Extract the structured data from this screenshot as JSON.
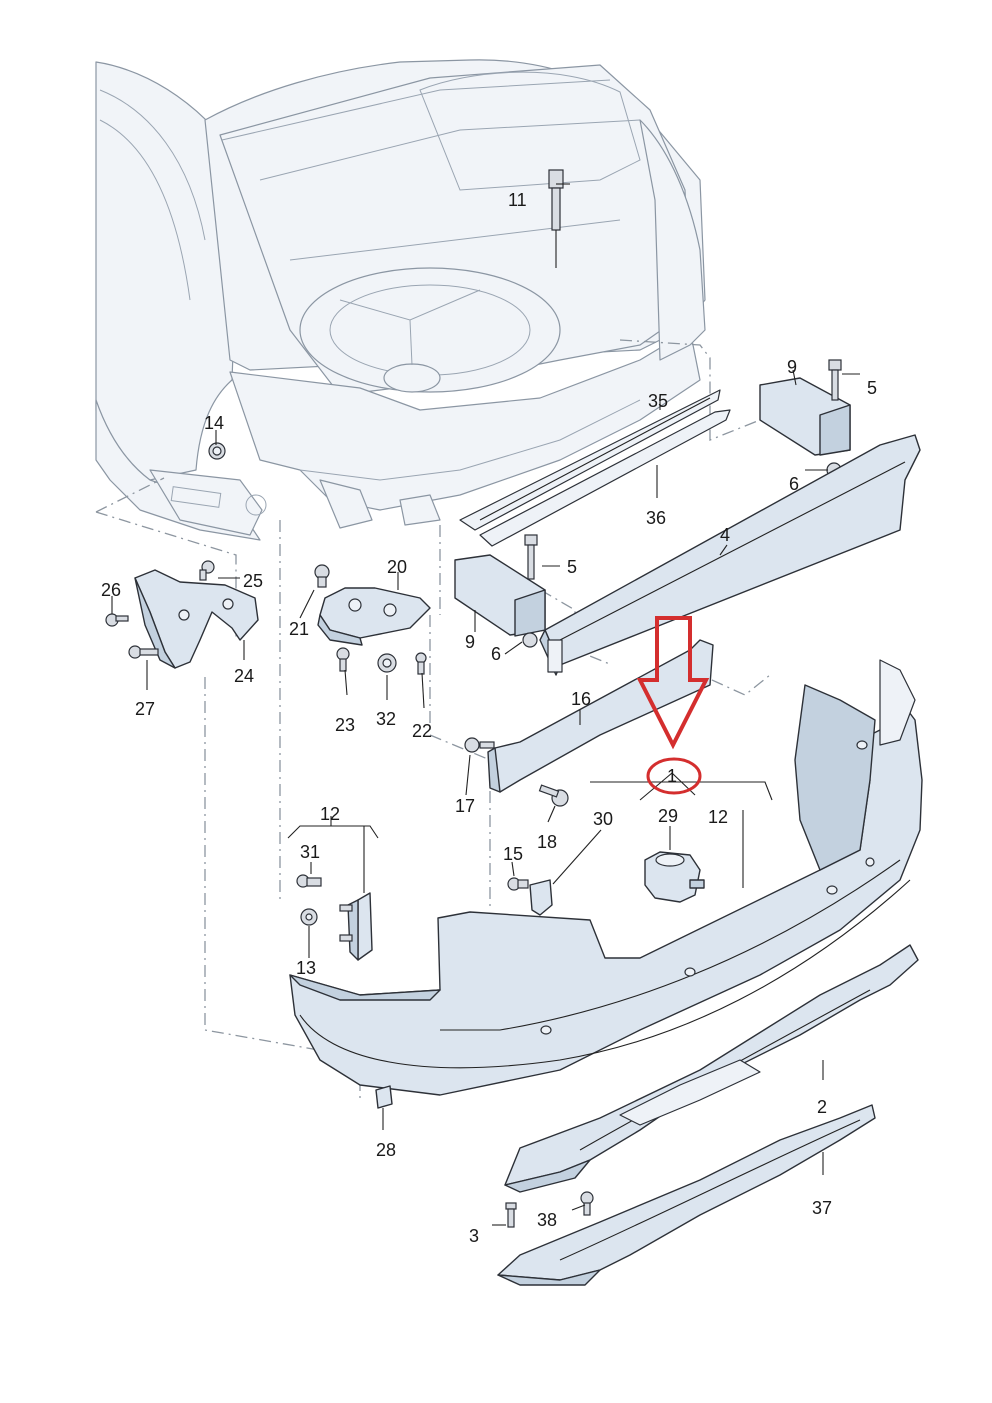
{
  "diagram": {
    "labels": {
      "p1": "1",
      "p2": "2",
      "p3": "3",
      "p4": "4",
      "p5a": "5",
      "p5b": "5",
      "p6a": "6",
      "p6b": "6",
      "p9a": "9",
      "p9b": "9",
      "p11": "11",
      "p12a": "12",
      "p12b": "12",
      "p13": "13",
      "p14": "14",
      "p15": "15",
      "p16": "16",
      "p17": "17",
      "p18": "18",
      "p20": "20",
      "p21": "21",
      "p22": "22",
      "p23": "23",
      "p24": "24",
      "p25": "25",
      "p26": "26",
      "p27": "27",
      "p28": "28",
      "p29": "29",
      "p30": "30",
      "p31": "31",
      "p32": "32",
      "p35": "35",
      "p36": "36",
      "p37": "37",
      "p38": "38"
    },
    "annotation": {
      "arrow_color": "#d42e2e",
      "circle_color": "#d42e2e",
      "highlighted_part": "1"
    }
  }
}
